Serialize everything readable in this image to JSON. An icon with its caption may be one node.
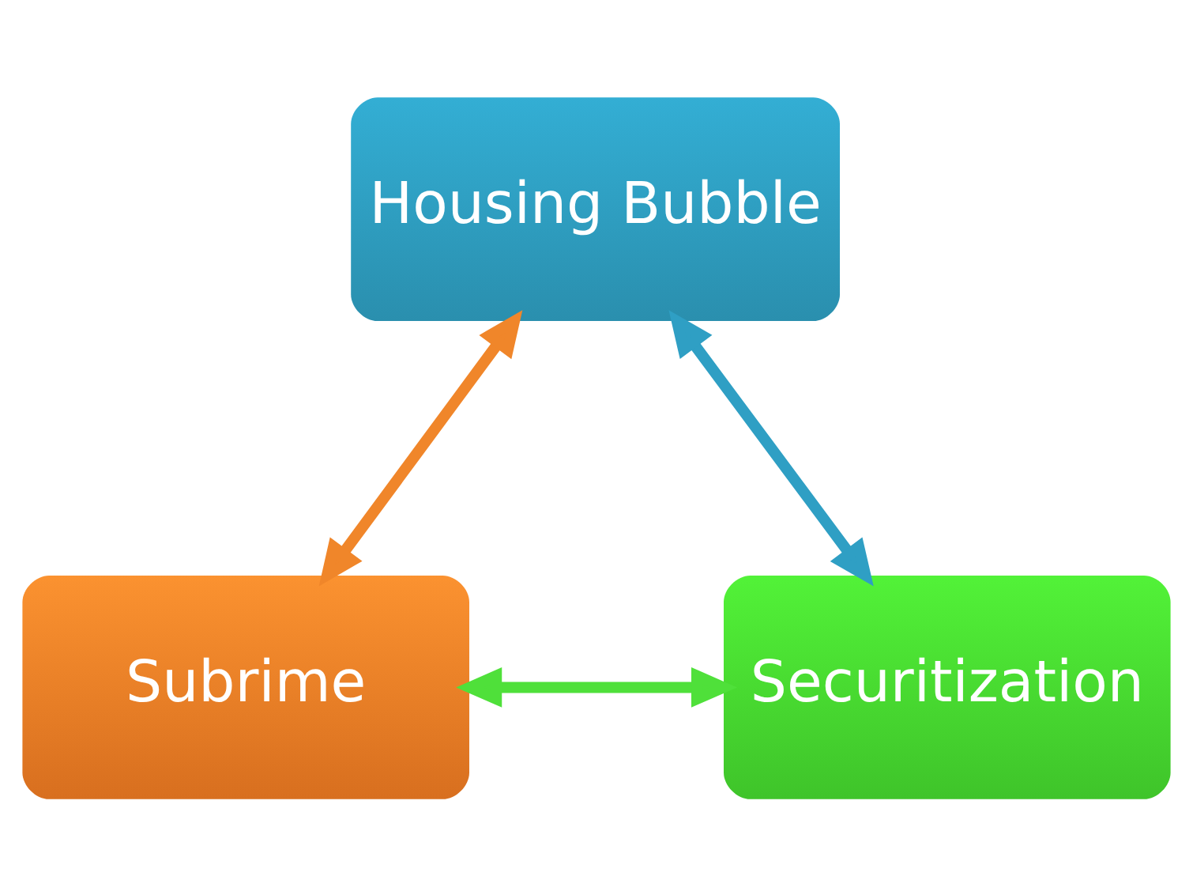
{
  "diagram": {
    "nodes": [
      {
        "text": [
          "Housing Bubble"
        ]
      },
      {
        "text": [
          "Subrime"
        ]
      },
      {
        "text": [
          "Securitization"
        ]
      }
    ],
    "edges": [
      {
        "from": 1,
        "to": 0,
        "arrow": "both",
        "color": "#f0862a"
      },
      {
        "from": 0,
        "to": 2,
        "arrow": "both",
        "color": "#2f9fc4"
      },
      {
        "from": 1,
        "to": 2,
        "arrow": "both",
        "color": "#4fe03a"
      }
    ]
  }
}
